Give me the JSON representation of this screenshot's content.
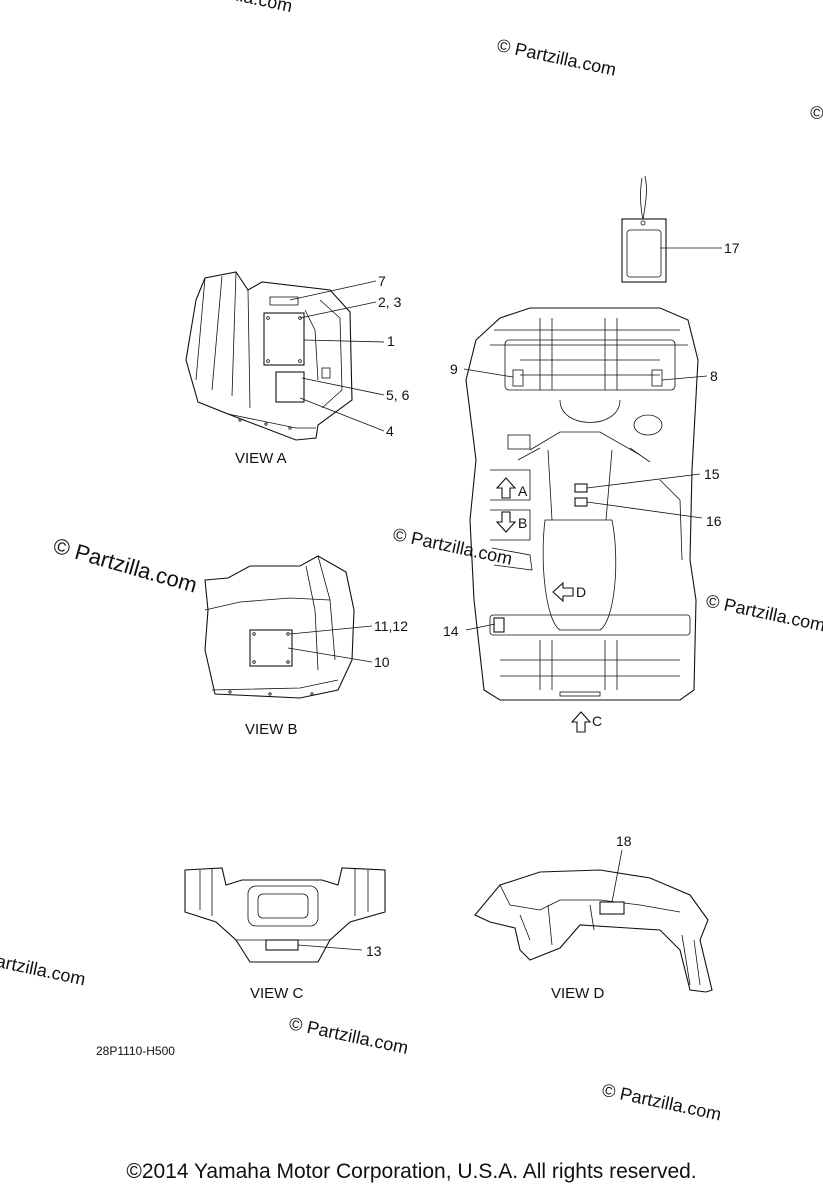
{
  "watermarks": {
    "text": "© Partzilla.com",
    "prominent": "© Partzilla.com"
  },
  "callouts": {
    "c1": "1",
    "c2_3": "2, 3",
    "c4": "4",
    "c5_6": "5, 6",
    "c7": "7",
    "c8": "8",
    "c9": "9",
    "c10": "10",
    "c11_12": "11,12",
    "c13": "13",
    "c14": "14",
    "c15": "15",
    "c16": "16",
    "c17": "17",
    "c18": "18"
  },
  "views": {
    "view_a": "VIEW A",
    "view_b": "VIEW B",
    "view_c": "VIEW C",
    "view_d": "VIEW D"
  },
  "direction_arrows": {
    "a": "A",
    "b": "B",
    "c": "C",
    "d": "D"
  },
  "part_code": "28P1110-H500",
  "copyright": "©2014  Yamaha Motor Corporation, U.S.A. All rights reserved.",
  "icons": {
    "direction_arrow": "outline-arrow-icon",
    "tag": "hang-tag-icon"
  }
}
